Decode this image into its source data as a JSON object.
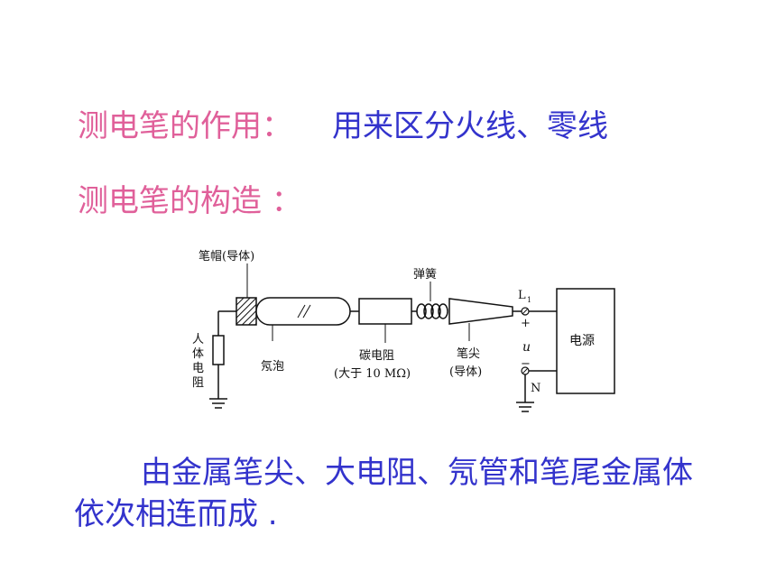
{
  "heading": {
    "function_label": "测电笔的作用：",
    "function_value": "用来区分火线、零线",
    "structure_label": "测电笔的构造 ："
  },
  "diagram": {
    "labels": {
      "cap": "笔帽(导体)",
      "spring": "弹簧",
      "l1": "L",
      "l1_sub": "1",
      "plus": "+",
      "u": "u",
      "minus": "−",
      "n": "N",
      "power": "电源",
      "body_resistance": [
        "人",
        "体",
        "电",
        "阻"
      ],
      "neon_bulb": "氖泡",
      "carbon_resistor": "碳电阻",
      "carbon_value": "(大于 10 MΩ)",
      "tip": "笔尖",
      "tip_note": "(导体)"
    }
  },
  "description": {
    "line1": "由金属笔尖、大电阻、氖管和笔尾金属体",
    "line2": "依次相连而成 ."
  }
}
